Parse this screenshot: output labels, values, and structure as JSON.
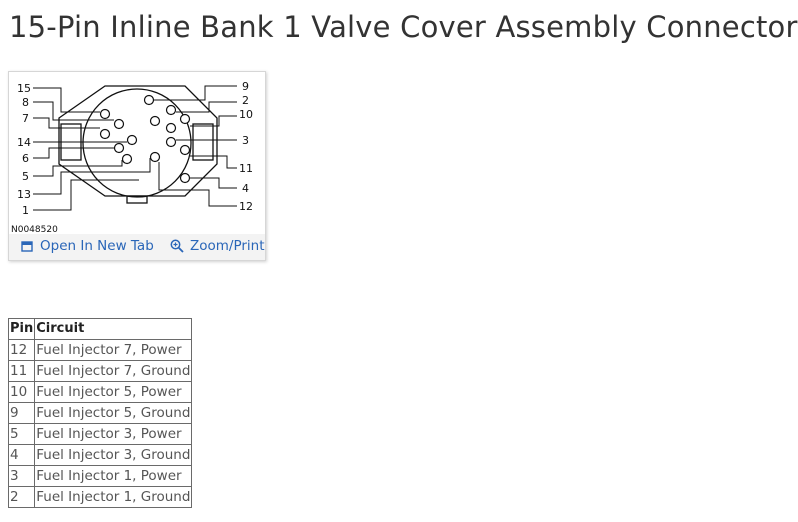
{
  "page": {
    "title": "15-Pin Inline Bank 1 Valve Cover Assembly Connector"
  },
  "figure": {
    "id_label": "N0048520",
    "left_pins": [
      "15",
      "8",
      "7",
      "14",
      "6",
      "5",
      "13",
      "1"
    ],
    "right_pins": [
      "9",
      "2",
      "10",
      "3",
      "11",
      "4",
      "12"
    ],
    "actions": {
      "open_tab": {
        "label": "Open In New Tab",
        "icon": "open-in-new-tab-icon"
      },
      "zoom_print": {
        "label": "Zoom/Print",
        "icon": "magnifier-icon"
      }
    },
    "link_color": "#2a66b8"
  },
  "table": {
    "headers": [
      "Pin",
      "Circuit"
    ],
    "rows": [
      {
        "pin": "12",
        "circuit": "Fuel Injector 7, Power"
      },
      {
        "pin": "11",
        "circuit": "Fuel Injector 7, Ground"
      },
      {
        "pin": "10",
        "circuit": "Fuel Injector 5, Power"
      },
      {
        "pin": "9",
        "circuit": "Fuel Injector 5, Ground"
      },
      {
        "pin": "5",
        "circuit": "Fuel Injector 3, Power"
      },
      {
        "pin": "4",
        "circuit": "Fuel Injector 3, Ground"
      },
      {
        "pin": "3",
        "circuit": "Fuel Injector 1, Power"
      },
      {
        "pin": "2",
        "circuit": "Fuel Injector 1, Ground"
      }
    ]
  }
}
